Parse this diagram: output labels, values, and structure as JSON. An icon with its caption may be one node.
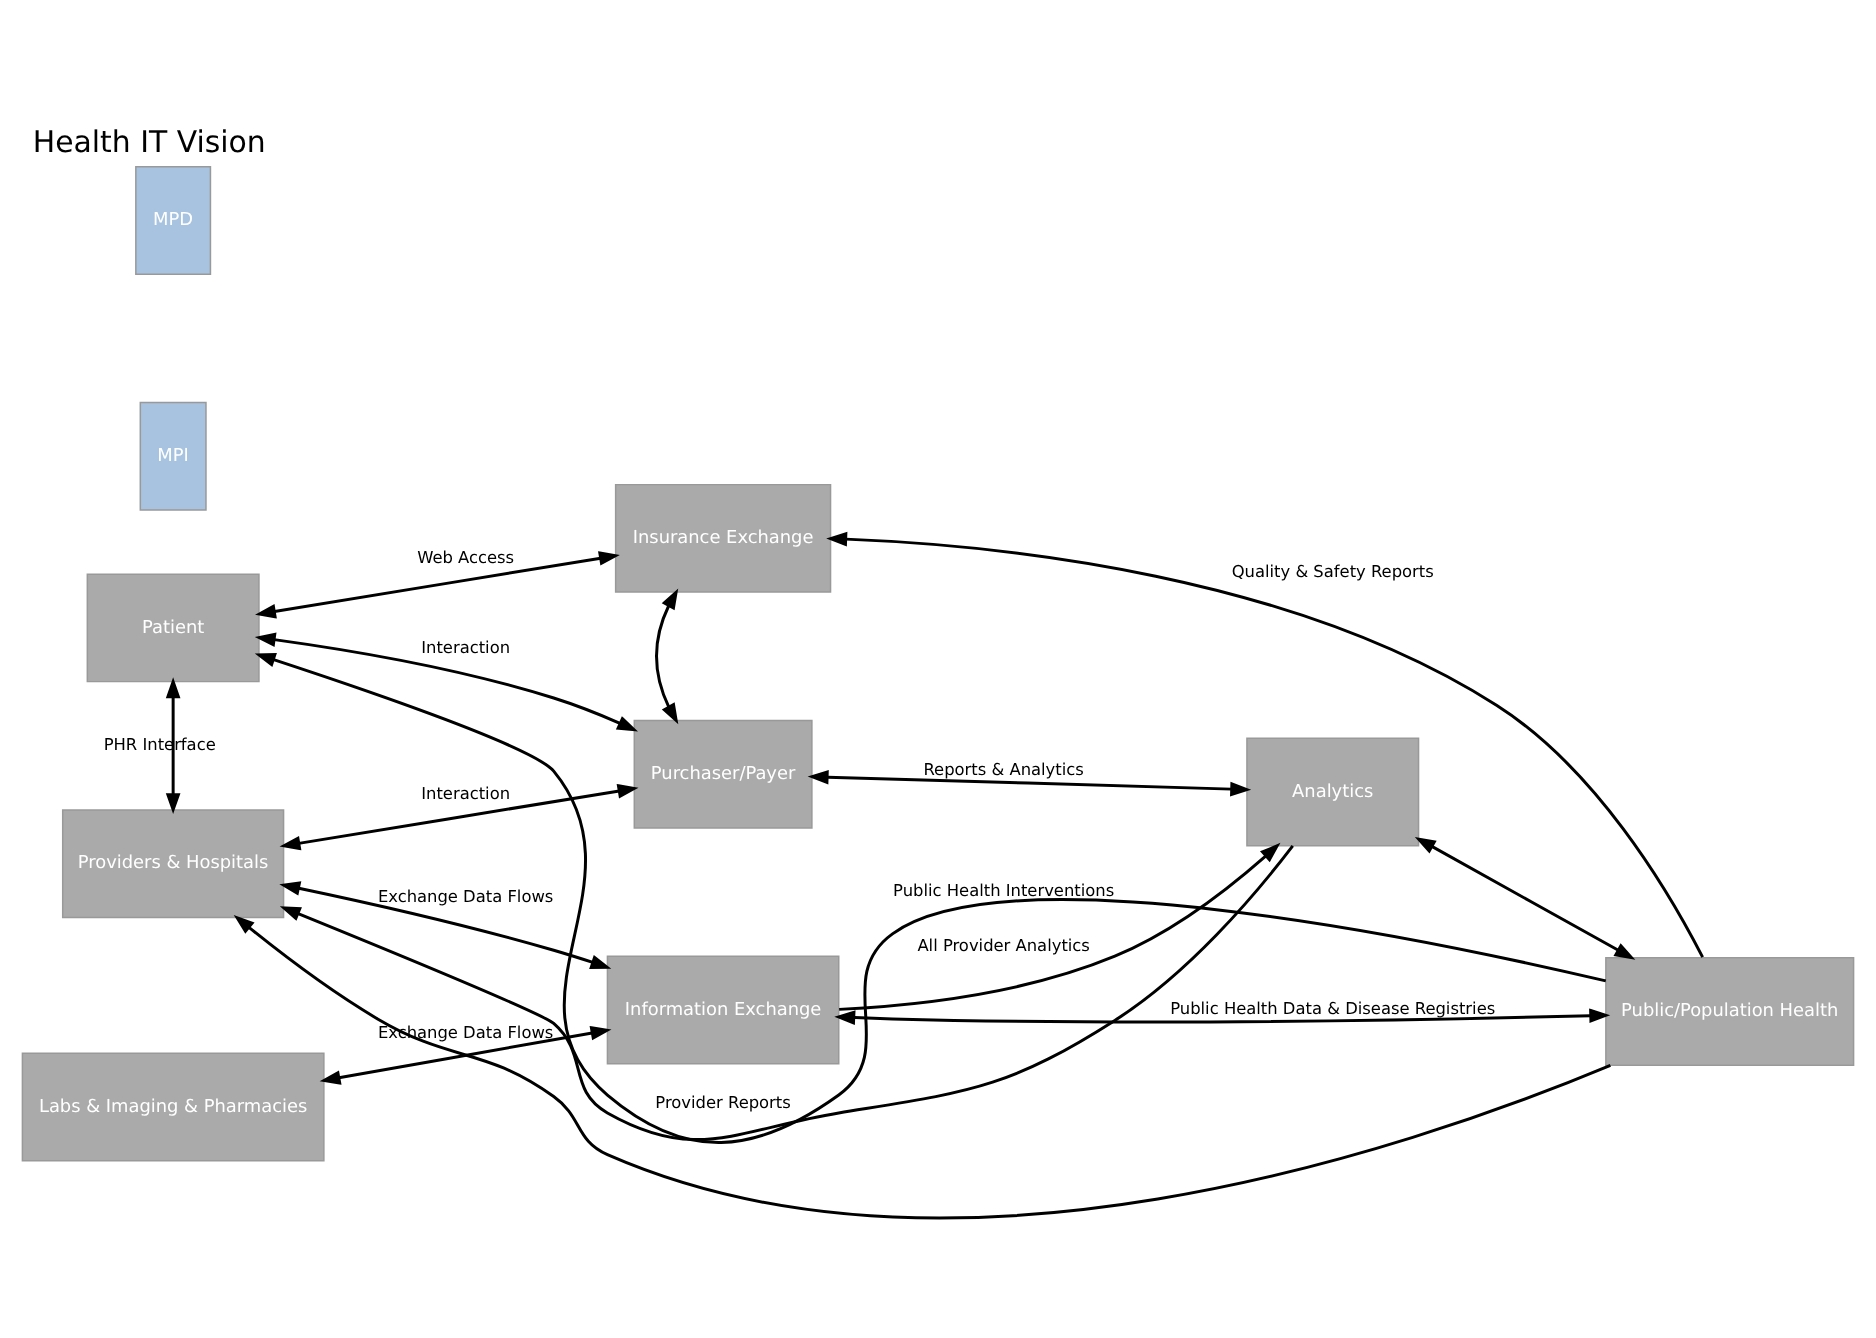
{
  "diagram": {
    "title": "Health IT Vision",
    "nodes": [
      {
        "text": [
          "Insurance Exchange"
        ]
      },
      {
        "text": [
          "Patient"
        ]
      },
      {
        "text": [
          "Purchaser/Payer"
        ]
      },
      {
        "text": [
          "Providers & Hospitals"
        ]
      },
      {
        "text": [
          "Labs & Imaging & Pharmacies"
        ]
      },
      {
        "text": [
          "Information Exchange"
        ]
      },
      {
        "text": [
          "MPD"
        ]
      },
      {
        "text": [
          "MPI"
        ]
      },
      {
        "text": [
          "Analytics"
        ]
      },
      {
        "text": [
          "Public/Population Health"
        ]
      }
    ],
    "edges": [
      {
        "from": 9,
        "to": 1,
        "arrow": "to",
        "label": "Public Health Interventions"
      },
      {
        "from": 9,
        "to": 3,
        "arrow": "to"
      },
      {
        "from": 1,
        "to": 0,
        "arrow": "both",
        "label": "Web Access"
      },
      {
        "from": 0,
        "to": 2,
        "arrow": "both"
      },
      {
        "from": 9,
        "to": 0,
        "arrow": "to",
        "label": "Quality & Safety Reports"
      },
      {
        "from": 1,
        "to": 2,
        "arrow": "both",
        "label": "Interaction"
      },
      {
        "from": 2,
        "to": 8,
        "arrow": "both",
        "label": "Reports & Analytics"
      },
      {
        "from": 1,
        "to": 3,
        "arrow": "both",
        "label": "PHR Interface"
      },
      {
        "from": 3,
        "to": 2,
        "arrow": "both",
        "label": "Interaction"
      },
      {
        "from": 8,
        "to": 3,
        "arrow": "to",
        "label": "Provider Reports"
      },
      {
        "from": 3,
        "to": 5,
        "arrow": "both",
        "label": "Exchange Data Flows"
      },
      {
        "from": 4,
        "to": 5,
        "arrow": "both",
        "label": "Exchange Data Flows"
      },
      {
        "from": 5,
        "to": 8,
        "arrow": "to",
        "label": "All Provider Analytics"
      },
      {
        "from": 8,
        "to": 9,
        "arrow": "both"
      },
      {
        "from": 5,
        "to": 9,
        "arrow": "both",
        "label": "Public Health Data & Disease Registries"
      }
    ]
  }
}
